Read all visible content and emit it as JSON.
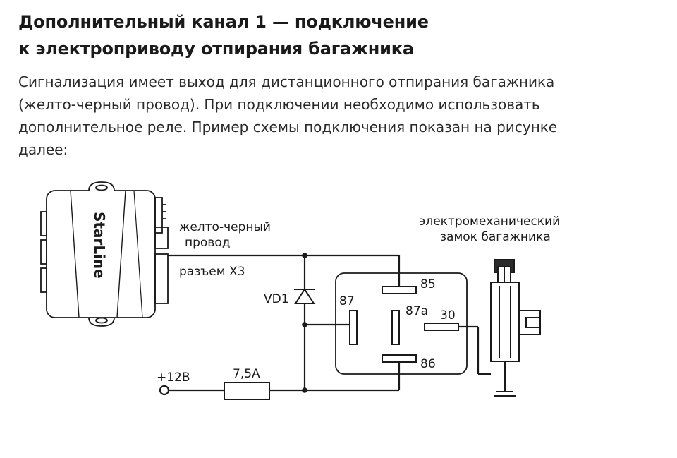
{
  "heading": {
    "line1": "Дополнительный канал 1 — подключение",
    "line2": "к электроприводу отпирания багажника"
  },
  "description": {
    "line1": "Сигнализация имеет выход для дистанционного отпирания багажника",
    "line2": "(желто-черный провод). При подключении необходимо использовать",
    "line3": "дополнительное реле. Пример схемы подключения показан на рисунке",
    "line4": "далее:"
  },
  "diagram": {
    "alarm_unit_brand": "StarLine",
    "wire_label_line1": "желто-черный",
    "wire_label_line2": "провод",
    "connector_label": "разъем Х3",
    "diode_label": "VD1",
    "fuse_label": "7,5А",
    "power_label": "+12В",
    "relay_pins": {
      "p85": "85",
      "p87": "87",
      "p87a": "87а",
      "p30": "30",
      "p86": "86"
    },
    "lock_label_line1": "электромеханический",
    "lock_label_line2": "замок багажника"
  }
}
